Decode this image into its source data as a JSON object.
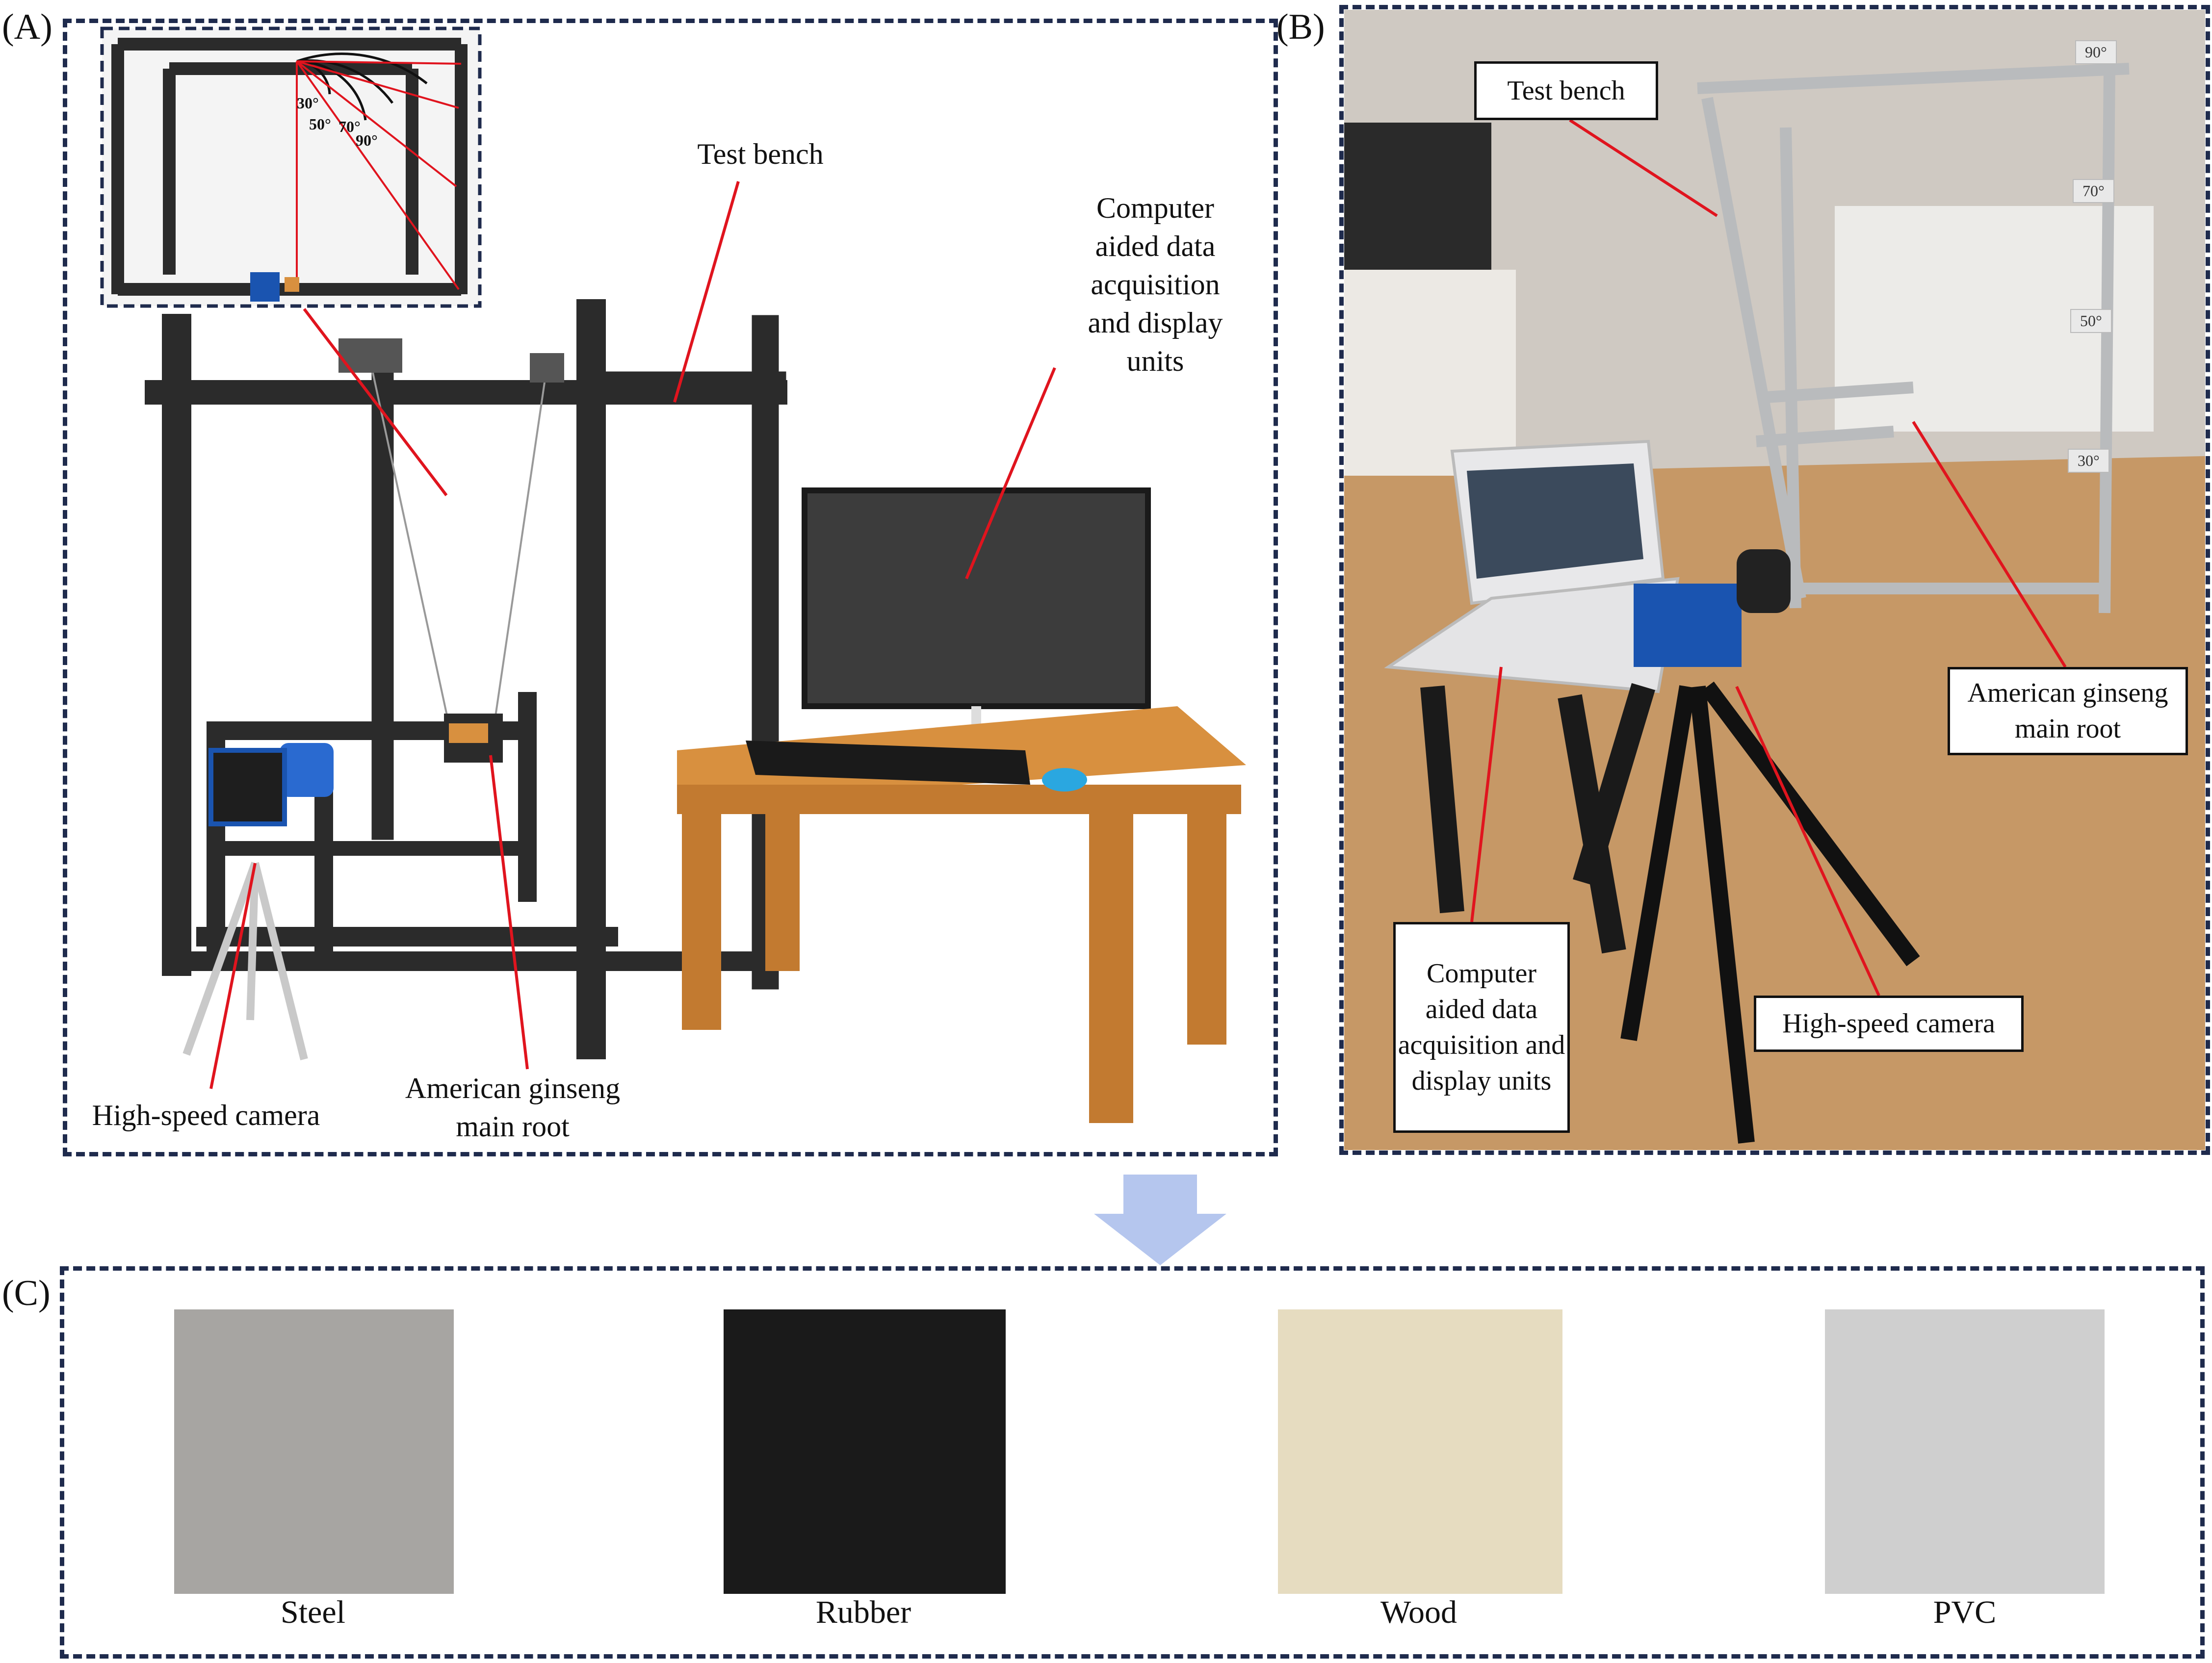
{
  "panel_a": {
    "label": "(A)",
    "test_bench": "Test bench",
    "computer_units": "Computer aided data acquisition and display units",
    "camera": "High-speed camera",
    "root": "American ginseng main root",
    "inset_angles": [
      "30°",
      "50°",
      "70°",
      "90°"
    ]
  },
  "panel_b": {
    "label": "(B)",
    "test_bench": "Test bench",
    "root": "American ginseng main root",
    "camera": "High-speed camera",
    "computer_units": "Computer aided data acquisition and display units",
    "angle_tags": [
      "90°",
      "70°",
      "50°",
      "30°"
    ]
  },
  "panel_c": {
    "label": "(C)",
    "samples": [
      {
        "name": "Steel",
        "color": "#a7a5a2"
      },
      {
        "name": "Rubber",
        "color": "#1a1a1a"
      },
      {
        "name": "Wood",
        "color": "#e6dcc0"
      },
      {
        "name": "PVC",
        "color": "#cfcfcf"
      }
    ]
  },
  "colors": {
    "frame": "#1f2b4d",
    "leader_line": "#e0141e",
    "bench_metal": "#2b2b2b",
    "table_wood": "#d8903f",
    "arrow": "#b5c6ee"
  }
}
